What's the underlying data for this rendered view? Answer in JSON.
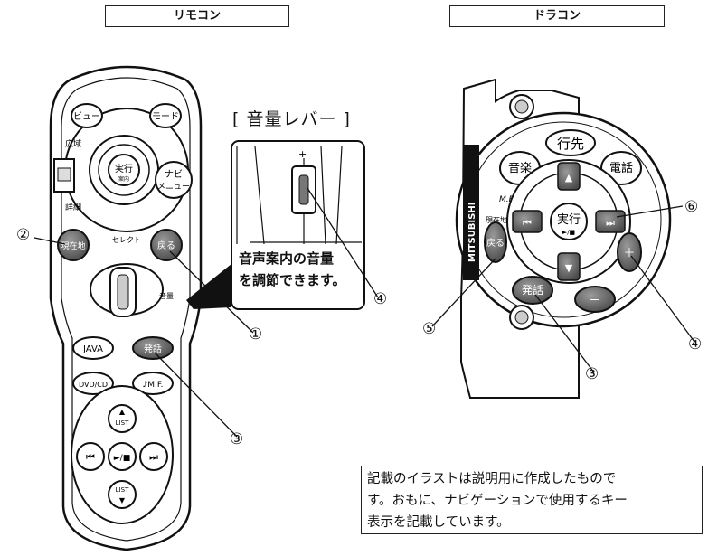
{
  "headers": {
    "left": "リモコン",
    "right": "ドラコン"
  },
  "volume_lever": {
    "title": "[ 音量レバー ]",
    "desc_line1": "音声案内の音量",
    "desc_line2": "を調節できます。"
  },
  "remote": {
    "view": "ビュー",
    "mode": "モード",
    "wide": "広域",
    "detail": "詳細",
    "exec": "実行",
    "guide": "案内",
    "navi1": "ナビ",
    "navi2": "メニュー",
    "current": "現在地",
    "select": "セレクト",
    "back": "戻る",
    "volume": "音量",
    "java": "JAVA",
    "call": "発話",
    "dvdcd": "DVD/CD",
    "mf": "♪M.F.",
    "list": "LIST",
    "playpause": "►/■",
    "prev": "⏮",
    "next": "⏭"
  },
  "dracon": {
    "go": "行先",
    "phone": "電話",
    "music": "音楽",
    "mf": "M.F.",
    "current": "現在地",
    "back": "戻る",
    "call": "発話",
    "exec": "実行",
    "brand": "MITSUBISHI",
    "plus": "＋",
    "minus": "ー"
  },
  "callouts": {
    "c1": "①",
    "c2": "②",
    "c3": "③",
    "c4": "④",
    "c5": "⑤",
    "c6": "⑥"
  },
  "note": {
    "line1": "記載のイラストは説明用に作成したもので",
    "line2": "す。おもに、ナビゲーションで使用するキー",
    "line3": "表示を記載しています。"
  }
}
